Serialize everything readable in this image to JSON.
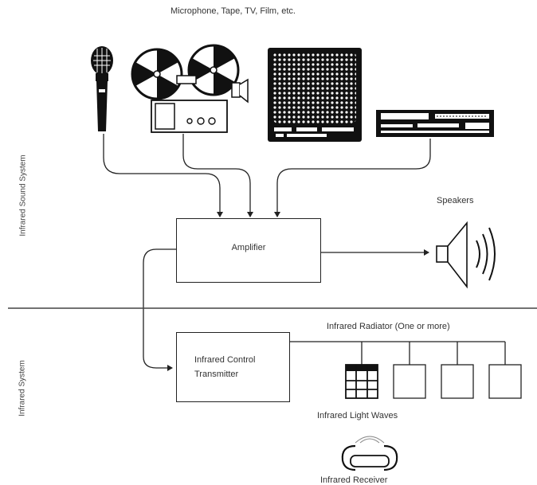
{
  "sources_label": "Microphone, Tape, TV, Film, etc.",
  "sections": {
    "top": "Infrared Sound System",
    "bottom": "Infrared System"
  },
  "amplifier_label": "Amplifier",
  "speakers_label": "Speakers",
  "transmitter_label_line1": "Infrared Control",
  "transmitter_label_line2": "Transmitter",
  "radiator_label": "Infrared Radiator (One or more)",
  "light_waves_label": "Infrared Light Waves",
  "receiver_label": "Infrared Receiver",
  "colors": {
    "line": "#222222",
    "text": "#333333",
    "background": "#ffffff"
  }
}
